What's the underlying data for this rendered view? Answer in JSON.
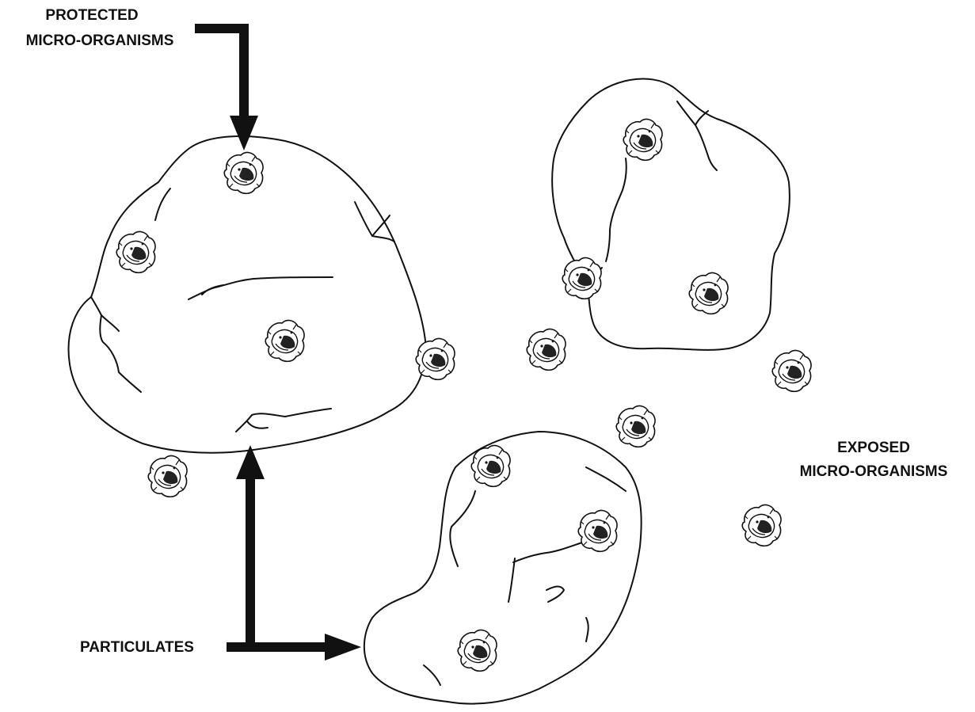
{
  "labels": {
    "protected_line1": "PROTECTED",
    "protected_line2": "MICRO-ORGANISMS",
    "exposed_line1": "EXPOSED",
    "exposed_line2": "MICRO-ORGANISMS",
    "particulates": "PARTICULATES"
  },
  "colors": {
    "ink": "#111111",
    "background": "#ffffff"
  }
}
